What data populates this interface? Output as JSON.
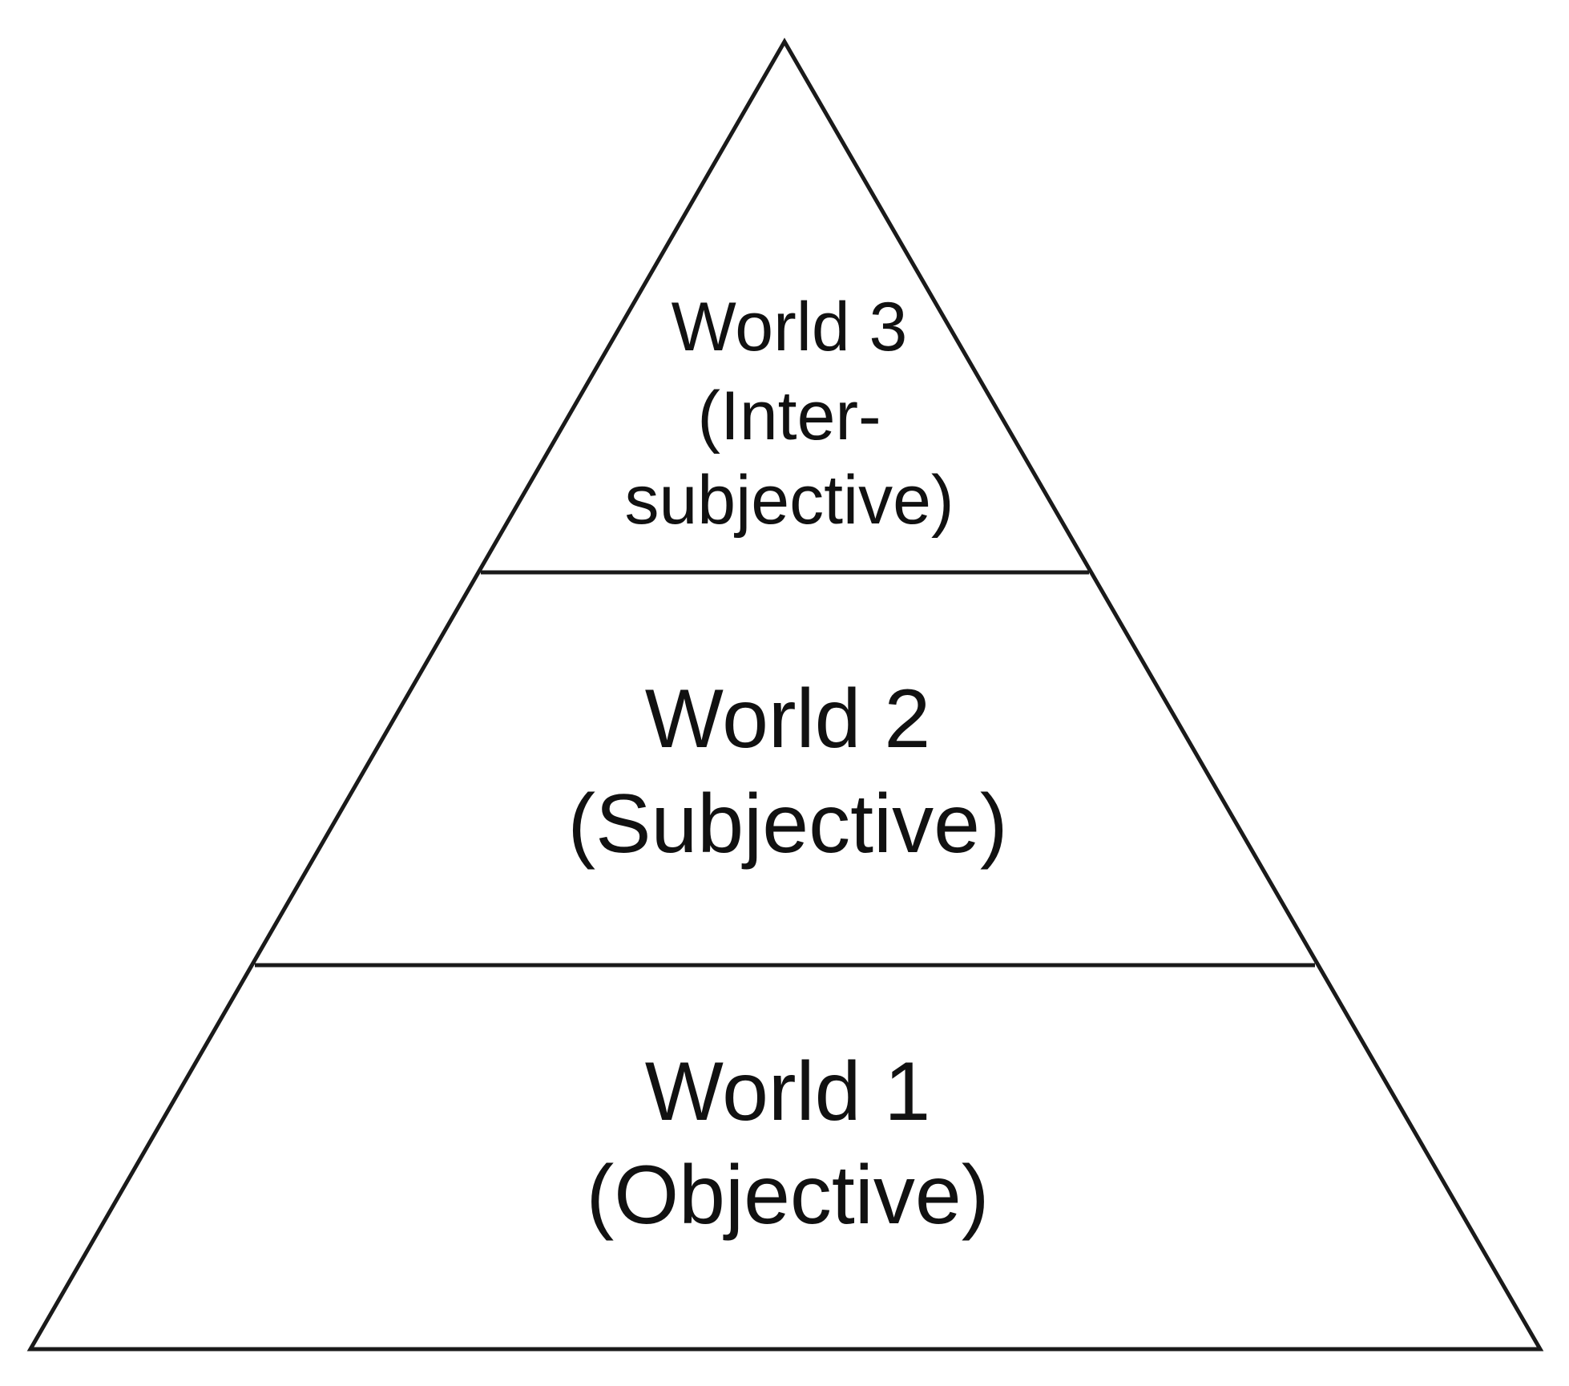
{
  "diagram": {
    "type": "pyramid",
    "tiers": [
      {
        "id": "world-3",
        "lines": [
          "World 3",
          "(Inter-",
          "subjective)"
        ]
      },
      {
        "id": "world-2",
        "lines": [
          "World 2",
          "(Subjective)"
        ]
      },
      {
        "id": "world-1",
        "lines": [
          "World 1",
          "(Objective)"
        ]
      }
    ],
    "colors": {
      "stroke": "#1a1a1a",
      "text": "#111111",
      "background": "#ffffff"
    }
  }
}
